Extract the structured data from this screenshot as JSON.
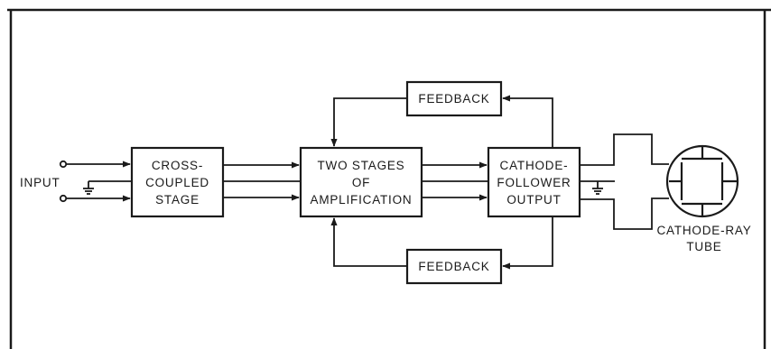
{
  "diagram": {
    "input_label": "INPUT",
    "cross_coupled_block": [
      "CROSS-",
      "COUPLED",
      "STAGE"
    ],
    "amplification_block": [
      "TWO STAGES",
      "OF",
      "AMPLIFICATION"
    ],
    "cathode_follower_block": [
      "CATHODE-",
      "FOLLOWER",
      "OUTPUT"
    ],
    "feedback_top_label": "FEEDBACK",
    "feedback_bottom_label": "FEEDBACK",
    "crt_label": [
      "CATHODE-RAY",
      "TUBE"
    ]
  },
  "colors": {
    "ink": "#1a1a1a",
    "paper": "#ffffff"
  }
}
